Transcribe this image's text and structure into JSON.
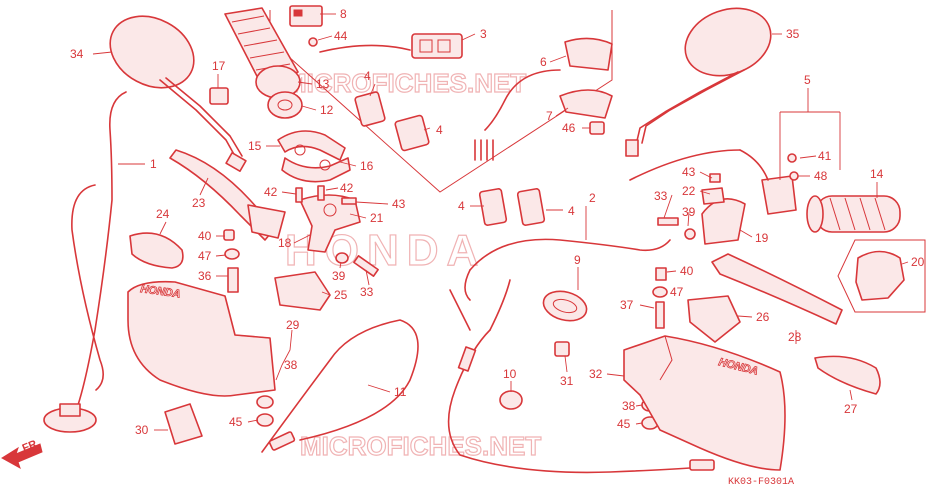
{
  "diagram": {
    "code": "KK03-F0301A",
    "front_marker": "FR.",
    "brand_labels": [
      "HONDA",
      "HONDA"
    ],
    "watermarks": [
      "MICROFICHES.NET",
      "HONDA",
      "MICROFICHES.NET"
    ],
    "callouts": [
      {
        "id": "c1",
        "label": "1"
      },
      {
        "id": "c2",
        "label": "2"
      },
      {
        "id": "c3",
        "label": "3"
      },
      {
        "id": "c4a",
        "label": "4"
      },
      {
        "id": "c4b",
        "label": "4"
      },
      {
        "id": "c4c",
        "label": "4"
      },
      {
        "id": "c4d",
        "label": "4"
      },
      {
        "id": "c5",
        "label": "5"
      },
      {
        "id": "c6",
        "label": "6"
      },
      {
        "id": "c7",
        "label": "7"
      },
      {
        "id": "c8",
        "label": "8"
      },
      {
        "id": "c9",
        "label": "9"
      },
      {
        "id": "c10",
        "label": "10"
      },
      {
        "id": "c11",
        "label": "11"
      },
      {
        "id": "c12",
        "label": "12"
      },
      {
        "id": "c13",
        "label": "13"
      },
      {
        "id": "c14",
        "label": "14"
      },
      {
        "id": "c15",
        "label": "15"
      },
      {
        "id": "c16",
        "label": "16"
      },
      {
        "id": "c17",
        "label": "17"
      },
      {
        "id": "c18",
        "label": "18"
      },
      {
        "id": "c19",
        "label": "19"
      },
      {
        "id": "c20",
        "label": "20"
      },
      {
        "id": "c21",
        "label": "21"
      },
      {
        "id": "c22",
        "label": "22"
      },
      {
        "id": "c23",
        "label": "23"
      },
      {
        "id": "c24",
        "label": "24"
      },
      {
        "id": "c25",
        "label": "25"
      },
      {
        "id": "c26",
        "label": "26"
      },
      {
        "id": "c27",
        "label": "27"
      },
      {
        "id": "c28",
        "label": "28"
      },
      {
        "id": "c29",
        "label": "29"
      },
      {
        "id": "c30",
        "label": "30"
      },
      {
        "id": "c31",
        "label": "31"
      },
      {
        "id": "c32",
        "label": "32"
      },
      {
        "id": "c33a",
        "label": "33"
      },
      {
        "id": "c33b",
        "label": "33"
      },
      {
        "id": "c34",
        "label": "34"
      },
      {
        "id": "c35",
        "label": "35"
      },
      {
        "id": "c36",
        "label": "36"
      },
      {
        "id": "c37",
        "label": "37"
      },
      {
        "id": "c38a",
        "label": "38"
      },
      {
        "id": "c38b",
        "label": "38"
      },
      {
        "id": "c39a",
        "label": "39"
      },
      {
        "id": "c39b",
        "label": "39"
      },
      {
        "id": "c40a",
        "label": "40"
      },
      {
        "id": "c40b",
        "label": "40"
      },
      {
        "id": "c41",
        "label": "41"
      },
      {
        "id": "c42a",
        "label": "42"
      },
      {
        "id": "c42b",
        "label": "42"
      },
      {
        "id": "c43a",
        "label": "43"
      },
      {
        "id": "c43b",
        "label": "43"
      },
      {
        "id": "c44",
        "label": "44"
      },
      {
        "id": "c45a",
        "label": "45"
      },
      {
        "id": "c45b",
        "label": "45"
      },
      {
        "id": "c46",
        "label": "46"
      },
      {
        "id": "c47a",
        "label": "47"
      },
      {
        "id": "c47b",
        "label": "47"
      },
      {
        "id": "c48",
        "label": "48"
      }
    ]
  }
}
